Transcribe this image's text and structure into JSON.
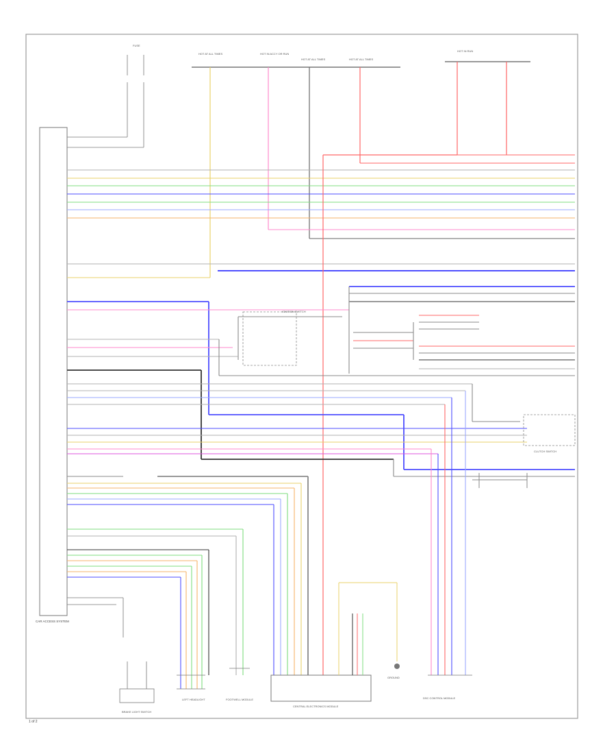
{
  "figure_ref": "1 of 2",
  "frame_title": "",
  "top_labels": [
    {
      "id": "top1",
      "text": "FUSE"
    },
    {
      "id": "top2",
      "text": "HOT AT ALL TIMES"
    },
    {
      "id": "top3",
      "text": "HOT IN ACCY OR RUN"
    },
    {
      "id": "top4",
      "text": "HOT AT ALL TIMES"
    },
    {
      "id": "top5",
      "text": "HOT AT ALL TIMES"
    },
    {
      "id": "top6",
      "text": "HOT IN RUN"
    }
  ],
  "components": {
    "left_module": "CAR ACCESS SYSTEM",
    "bottom_left_switch": "BRAKE LIGHT SWITCH",
    "headlight": "LEFT HEADLIGHT",
    "footwell": "FOOTWELL MODULE",
    "central_module": "CENTRAL ELECTRONICS MODULE",
    "ground": "GROUND",
    "right_bottom": "DSC CONTROL MODULE",
    "right_mid": "CLUTCH SWITCH",
    "junction": "IGNITION SWITCH"
  },
  "colors": {
    "frame": "#888888",
    "red": "#ff6666",
    "pink": "#ff88cc",
    "yellow": "#e8d26a",
    "orange": "#f5b368",
    "green": "#7fdc7f",
    "blue": "#4d4dff",
    "light_blue": "#9aa8ff",
    "gray": "#b0b0b0",
    "black": "#333333",
    "magenta": "#dd55dd"
  }
}
